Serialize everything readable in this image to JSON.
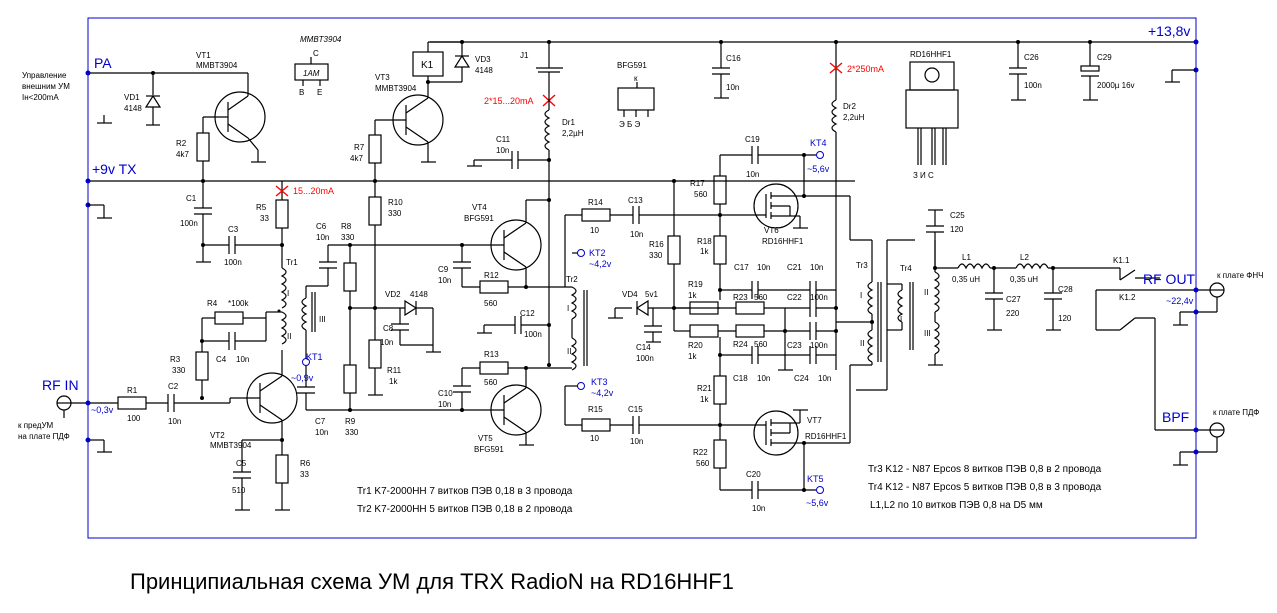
{
  "title": "Принципиальная схема УМ для TRX RadioN на RD16HHF1",
  "rails": {
    "v138": "+13,8v",
    "v9tx": "+9v TX",
    "pa": "PA",
    "rf_in": "RF IN",
    "rf_out": "RF OUT",
    "bpf": "BPF"
  },
  "labels": {
    "pa_note": [
      "Управление",
      "внешним УМ",
      "Iн<200mA"
    ],
    "rfin_note": [
      "к предУМ",
      "на плате  ПДФ"
    ],
    "rfout_note": "к плате ФНЧ",
    "bpf_note": "к плате  ПДФ",
    "v_rfin": "~0,3v",
    "v_rfout": "~22,4v"
  },
  "pinouts": {
    "mmbt_title": "MMBT3904",
    "mmbt_mark": "1AM",
    "mmbt_c": "C",
    "mmbt_b": "B",
    "mmbt_e": "E",
    "bfg_title": "BFG591",
    "bfg_k": "к",
    "bfg_pins": "Э  Б  Э",
    "rd_title": "RD16HHF1",
    "rd_pins": "З   И   С"
  },
  "parts": {
    "VT1": [
      "VT1",
      "MMBT3904"
    ],
    "VT2": [
      "VT2",
      "MMBT3904"
    ],
    "VT3": [
      "VT3",
      "MMBT3904"
    ],
    "VT4": [
      "VT4",
      "BFG591"
    ],
    "VT5": [
      "VT5",
      "BFG591"
    ],
    "VT6": [
      "VT6",
      "RD16HHF1"
    ],
    "VT7": [
      "VT7",
      "RD16HHF1"
    ],
    "VD1": [
      "VD1",
      "4148"
    ],
    "VD2": [
      "VD2",
      "4148"
    ],
    "VD3": [
      "VD3",
      "4148"
    ],
    "VD4": [
      "VD4",
      "5v1"
    ],
    "K1": "K1",
    "J1": "J1",
    "K11": "K1.1",
    "K12": "K1.2",
    "R1": [
      "R1",
      "100"
    ],
    "R2": [
      "R2",
      "4k7"
    ],
    "R3": [
      "R3",
      "330"
    ],
    "R4": [
      "R4",
      "*100k"
    ],
    "R5": [
      "R5",
      "33"
    ],
    "R6": [
      "R6",
      "33"
    ],
    "R7": [
      "R7",
      "4k7"
    ],
    "R8": [
      "R8",
      "330"
    ],
    "R9": [
      "R9",
      "330"
    ],
    "R10": [
      "R10",
      "330"
    ],
    "R11": [
      "R11",
      "1k"
    ],
    "R12": [
      "R12",
      "560"
    ],
    "R13": [
      "R13",
      "560"
    ],
    "R14": [
      "R14",
      "10"
    ],
    "R15": [
      "R15",
      "10"
    ],
    "R16": [
      "R16",
      "330"
    ],
    "R17": [
      "R17",
      "560"
    ],
    "R18": [
      "R18",
      "1k"
    ],
    "R19": [
      "R19",
      "1k"
    ],
    "R20": [
      "R20",
      "1k"
    ],
    "R21": [
      "R21",
      "1k"
    ],
    "R22": [
      "R22",
      "560"
    ],
    "R23": [
      "R23",
      "560"
    ],
    "R24": [
      "R24",
      "560"
    ],
    "C1": [
      "C1",
      "100n"
    ],
    "C2": [
      "C2",
      "10n"
    ],
    "C3": [
      "C3",
      "100n"
    ],
    "C4": [
      "C4",
      "10n"
    ],
    "C5": [
      "C5",
      "510"
    ],
    "C6": [
      "C6",
      "10n"
    ],
    "C7": [
      "C7",
      "10n"
    ],
    "C8": [
      "C8",
      "10n"
    ],
    "C9": [
      "C9",
      "10n"
    ],
    "C10": [
      "C10",
      "10n"
    ],
    "C11": [
      "C11",
      "10n"
    ],
    "C12": [
      "C12",
      "100n"
    ],
    "C13": [
      "C13",
      "10n"
    ],
    "C14": [
      "C14",
      "100n"
    ],
    "C15": [
      "C15",
      "10n"
    ],
    "C16": [
      "C16",
      "10n"
    ],
    "C17": [
      "C17",
      "10n"
    ],
    "C18": [
      "C18",
      "10n"
    ],
    "C19": [
      "C19",
      "10n"
    ],
    "C20": [
      "C20",
      "10n"
    ],
    "C21": [
      "C21",
      "10n"
    ],
    "C22": [
      "C22",
      "100n"
    ],
    "C23": [
      "C23",
      "100n"
    ],
    "C24": [
      "C24",
      "10n"
    ],
    "C25": [
      "C25",
      "120"
    ],
    "C26": [
      "C26",
      "100n"
    ],
    "C27": [
      "C27",
      "220"
    ],
    "C28": [
      "C28",
      "120"
    ],
    "C29": [
      "C29",
      "2000µ 16v"
    ],
    "Dr1": [
      "Dr1",
      "2,2µH"
    ],
    "Dr2": [
      "Dr2",
      "2,2uH"
    ],
    "L1": [
      "L1",
      "0,35 uH"
    ],
    "L2": [
      "L2",
      "0,35 uH"
    ],
    "Tr1": "Tr1",
    "Tr2": "Tr2",
    "Tr3": "Tr3",
    "Tr4": "Tr4"
  },
  "winding_labels": {
    "i": "I",
    "ii": "II",
    "iii": "III"
  },
  "testpoints": {
    "KT1": [
      "KT1",
      "~0,9v"
    ],
    "KT2": [
      "KT2",
      "~4,2v"
    ],
    "KT3": [
      "KT3",
      "~4,2v"
    ],
    "KT4": [
      "KT4",
      "~5,6v"
    ],
    "KT5": [
      "KT5",
      "~5,6v"
    ]
  },
  "currents": {
    "i1": "15...20mA",
    "i2": "2*15...20mA",
    "i3": "2*250mA"
  },
  "notes": {
    "tr1": "Tr1  K7-2000HH  7 витков ПЭВ 0,18 в 3 провода",
    "tr2": "Tr2  K7-2000HH  5 витков ПЭВ 0,18 в 2 провода",
    "tr3": "Tr3  K12 - N87 Epcos  8 витков ПЭВ 0,8 в 2 провода",
    "tr4": "Tr4  K12 - N87 Epcos  5 витков ПЭВ 0,8 в 3 провода",
    "l12": "L1,L2 по 10 витков ПЭВ 0,8 на D5 мм"
  }
}
